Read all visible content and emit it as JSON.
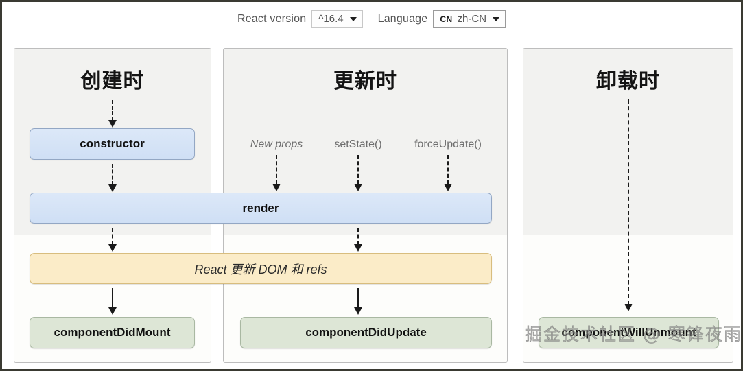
{
  "header": {
    "react_version_label": "React version",
    "react_version_value": "^16.4",
    "language_label": "Language",
    "language_badge": "CN",
    "language_value": "zh-CN",
    "caret_icon": "chevron-down-icon"
  },
  "columns": [
    {
      "id": "create",
      "title": "创建时",
      "nodes": [
        {
          "label": "constructor",
          "color": "#cfdff5"
        },
        {
          "label": "componentDidMount",
          "color": "#dde6d6"
        }
      ]
    },
    {
      "id": "update",
      "title": "更新时",
      "triggers": [
        "New props",
        "setState()",
        "forceUpdate()"
      ],
      "nodes": [
        {
          "label": "componentDidUpdate",
          "color": "#dde6d6"
        }
      ]
    },
    {
      "id": "unmount",
      "title": "卸载时",
      "nodes": [
        {
          "label": "componentWillUnmount",
          "color": "#dde6d6"
        }
      ]
    }
  ],
  "shared_nodes": {
    "render": "render",
    "react_update_dom": "React 更新 DOM 和 refs"
  },
  "watermark": "掘金技术社区 @ 寒锋夜雨",
  "colors": {
    "blue_fill": "#cfdff5",
    "blue_border": "#93a7c4",
    "yellow_fill": "#fbecc8",
    "yellow_border": "#d8bd7e",
    "green_fill": "#dde6d6",
    "green_border": "#a9b8a2",
    "upper_band": "#f2f2f0",
    "page_border": "#3a3a32"
  }
}
